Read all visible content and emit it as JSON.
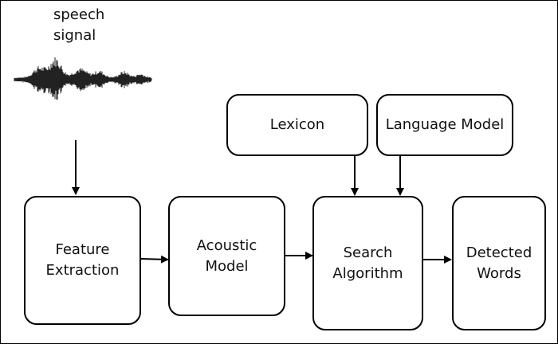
{
  "input": {
    "line1": "speech",
    "line2": "signal",
    "waveform_icon": "speech-waveform-icon"
  },
  "blocks": {
    "feature_extraction": {
      "line1": "Feature",
      "line2": "Extraction"
    },
    "acoustic_model": {
      "line1": "Acoustic",
      "line2": "Model"
    },
    "search_algorithm": {
      "line1": "Search",
      "line2": "Algorithm"
    },
    "detected_words": {
      "line1": "Detected",
      "line2": "Words"
    },
    "lexicon": {
      "label": "Lexicon"
    },
    "language_model": {
      "label": "Language Model"
    }
  },
  "colors": {
    "stroke": "#000000",
    "background": "#ffffff"
  }
}
